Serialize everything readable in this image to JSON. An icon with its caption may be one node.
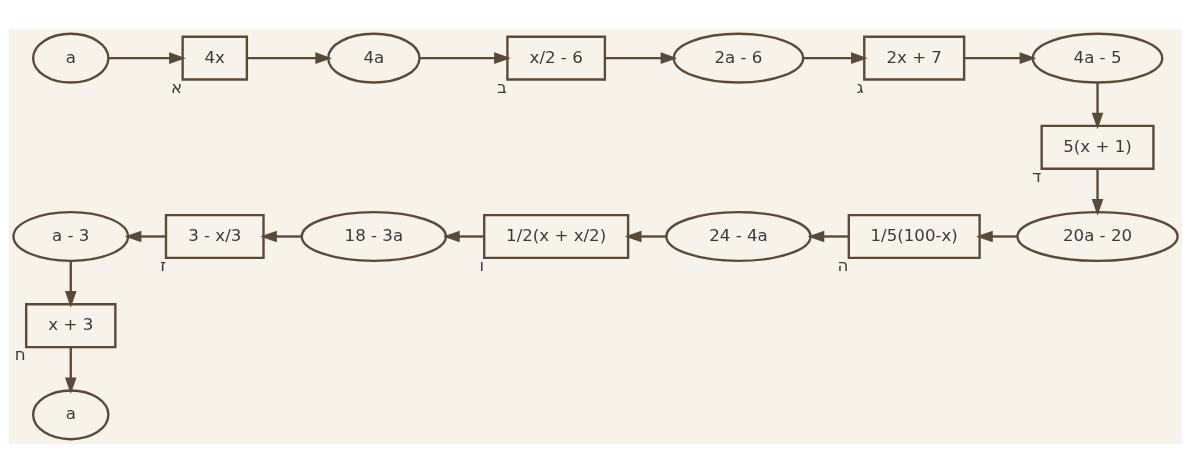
{
  "diagram": {
    "nodes": [
      {
        "text": [
          "a"
        ]
      },
      {
        "text": [
          "a"
        ]
      },
      {
        "text": [
          "4x"
        ],
        "beside": [
          "א"
        ]
      },
      {
        "text": [
          "4a"
        ]
      },
      {
        "text": [
          "x/2 - 6"
        ],
        "beside": [
          "ב"
        ]
      },
      {
        "text": [
          "2a - 6"
        ]
      },
      {
        "text": [
          "2x + 7"
        ],
        "beside": [
          "ג"
        ]
      },
      {
        "text": [
          "4a - 5"
        ]
      },
      {
        "text": [
          "5(x + 1)"
        ],
        "beside": [
          "ד"
        ]
      },
      {
        "text": [
          "20a - 20"
        ]
      },
      {
        "text": [
          "1/5(100-x)"
        ],
        "beside": [
          "ה"
        ]
      },
      {
        "text": [
          "24 - 4a"
        ]
      },
      {
        "text": [
          "1/2(x + x/2)"
        ],
        "beside": [
          "ו"
        ]
      },
      {
        "text": [
          "18 - 3a"
        ]
      },
      {
        "text": [
          "3 - x/3"
        ],
        "beside": [
          "ז"
        ]
      },
      {
        "text": [
          "a - 3"
        ]
      },
      {
        "text": [
          "x + 3"
        ],
        "beside": [
          "ח"
        ]
      }
    ],
    "edges": [
      {
        "from": 0,
        "to": 2,
        "arrow": "to"
      },
      {
        "from": 2,
        "to": 3,
        "arrow": "to"
      },
      {
        "from": 3,
        "to": 4,
        "arrow": "to"
      },
      {
        "from": 4,
        "to": 5,
        "arrow": "to"
      },
      {
        "from": 5,
        "to": 6,
        "arrow": "to"
      },
      {
        "from": 6,
        "to": 7,
        "arrow": "to"
      },
      {
        "from": 7,
        "to": 8,
        "arrow": "to"
      },
      {
        "from": 8,
        "to": 9,
        "arrow": "to"
      },
      {
        "from": 9,
        "to": 10,
        "arrow": "to"
      },
      {
        "from": 10,
        "to": 11,
        "arrow": "to"
      },
      {
        "from": 11,
        "to": 12,
        "arrow": "to"
      },
      {
        "from": 12,
        "to": 13,
        "arrow": "to"
      },
      {
        "from": 13,
        "to": 14,
        "arrow": "to"
      },
      {
        "from": 14,
        "to": 15,
        "arrow": "to"
      },
      {
        "from": 15,
        "to": 16,
        "arrow": "to"
      },
      {
        "from": 16,
        "to": 1,
        "arrow": "to"
      }
    ]
  }
}
